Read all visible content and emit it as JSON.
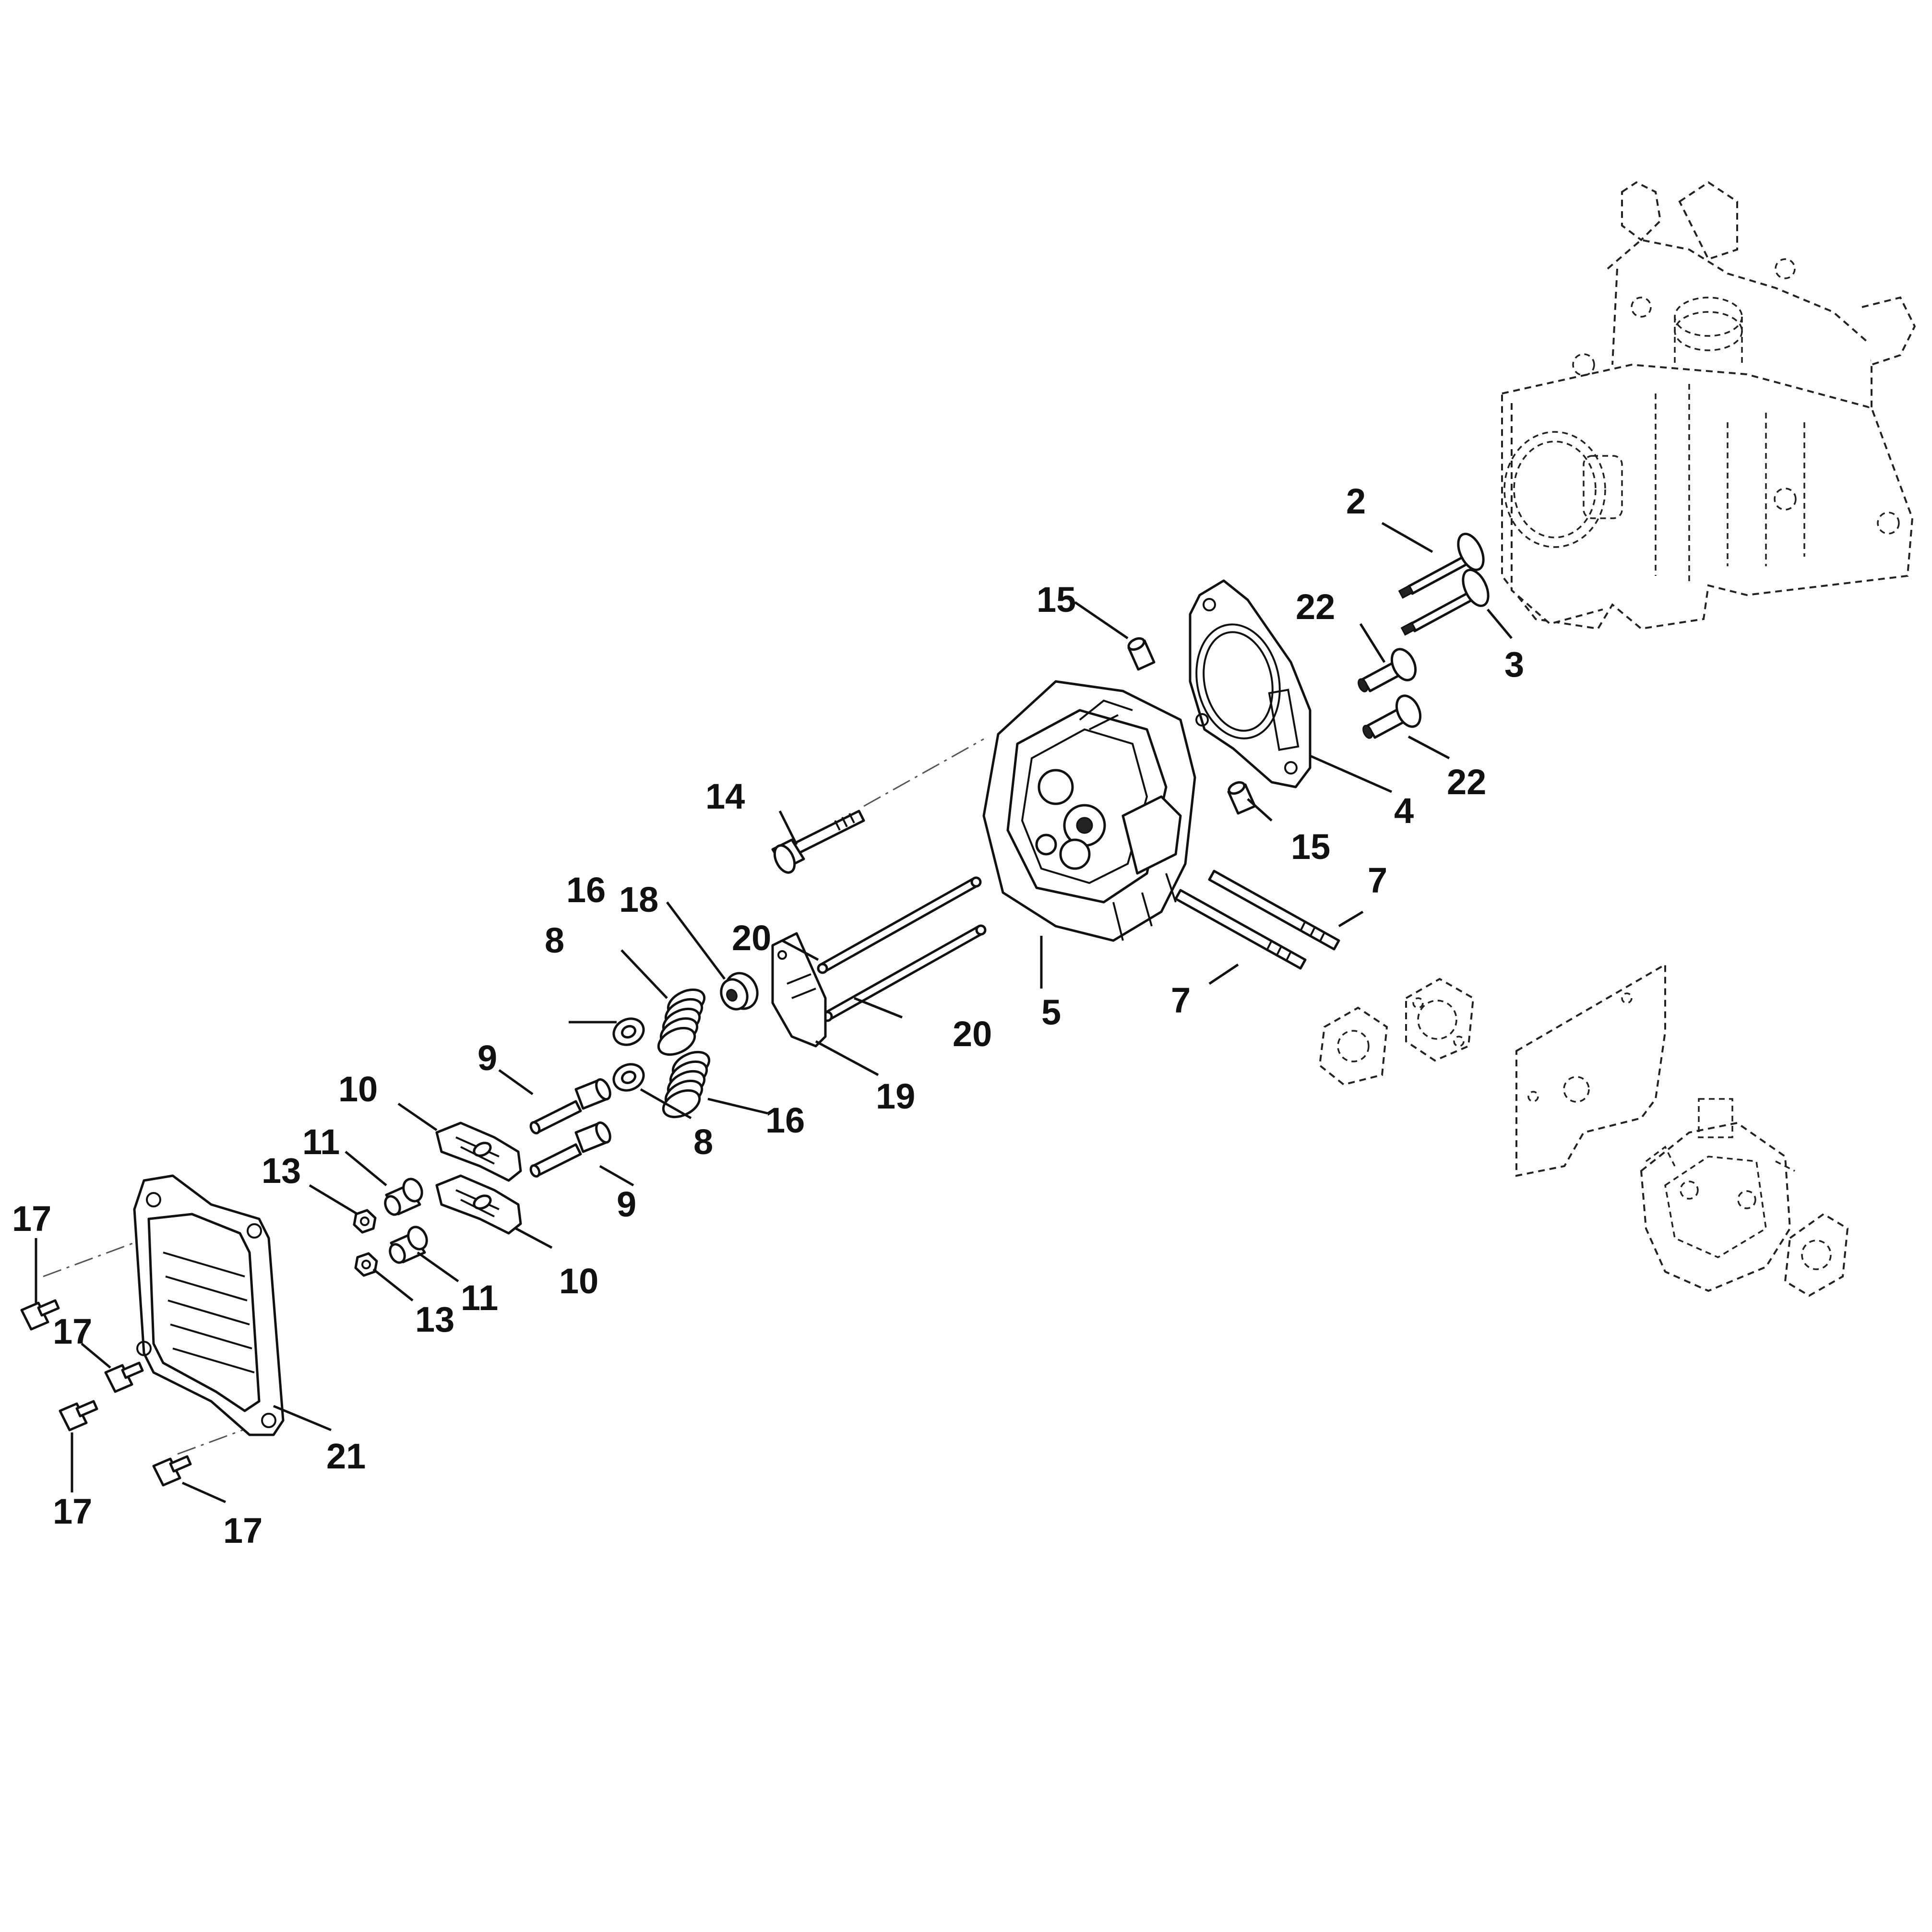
{
  "diagram": {
    "type": "exploded-parts-view",
    "callouts": [
      "2",
      "3",
      "4",
      "5",
      "7",
      "7",
      "8",
      "8",
      "9",
      "9",
      "10",
      "10",
      "11",
      "11",
      "13",
      "13",
      "14",
      "15",
      "15",
      "16",
      "16",
      "17",
      "17",
      "17",
      "17",
      "18",
      "19",
      "20",
      "20",
      "21",
      "22",
      "22"
    ],
    "colors": {
      "line": "#111111",
      "background": "#ffffff",
      "context_line": "#222222"
    }
  }
}
